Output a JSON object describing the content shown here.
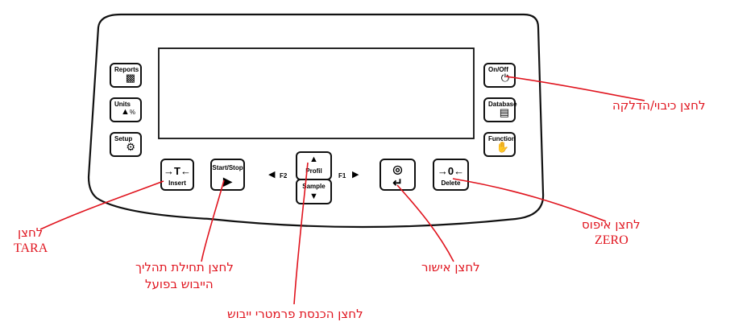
{
  "keys": {
    "reports": "Reports",
    "units": "Units",
    "units_glyph": "%",
    "setup": "Setup",
    "onoff": "On/Off",
    "database": "Database",
    "function": "Function",
    "tara_symbol": "→T←",
    "tara_sub": "Insert",
    "startstop": "Start/Stop",
    "f2": "F2",
    "profil": "Profil",
    "sample": "Sample",
    "f1": "F1",
    "zero_symbol": "→0←",
    "zero_sub": "Delete"
  },
  "callouts": {
    "onoff": "לחצן כיבוי/הדלקה",
    "tara_line1": "לחצן",
    "tara_line2": "TARA",
    "start_line1": "לחצן תחילת תהליך",
    "start_line2": "הייבוש בפועל",
    "params": "לחצן הכנסת פרמטרי ייבוש",
    "confirm": "לחצן אישור",
    "zero_line1": "לחצן איפוס",
    "zero_line2": "ZERO"
  },
  "colors": {
    "callout": "#e0141e",
    "outline": "#111111"
  }
}
